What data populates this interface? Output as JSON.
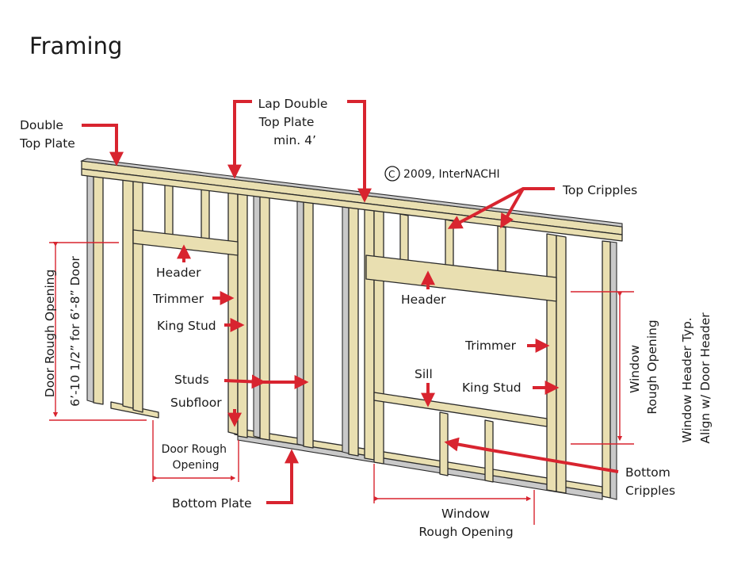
{
  "title": "Framing",
  "copyright": "2009, InterNACHI",
  "colors": {
    "accent": "#d8242f",
    "wood": "#e9dfb1",
    "wood_side": "#c9c9c9",
    "outline": "#2a2a2a"
  },
  "labels": {
    "double_top_plate": [
      "Double",
      "Top Plate"
    ],
    "lap_double_top_plate": [
      "Lap Double",
      "Top Plate",
      "min. 4’"
    ],
    "top_cripples": "Top Cripples",
    "header_door": "Header",
    "trimmer_door": "Trimmer",
    "king_stud_door": "King Stud",
    "studs": "Studs",
    "subfloor": "Subfloor",
    "door_rough_opening_bottom": [
      "Door Rough",
      "Opening"
    ],
    "bottom_plate": "Bottom Plate",
    "header_window": "Header",
    "trimmer_window": "Trimmer",
    "sill": "Sill",
    "king_stud_window": "King Stud",
    "bottom_cripples": [
      "Bottom",
      "Cripples"
    ],
    "window_rough_opening_bottom": [
      "Window",
      "Rough Opening"
    ],
    "door_rough_opening_left": [
      "Door Rough Opening",
      "6’-10 1/2” for 6’-8” Door"
    ],
    "window_rough_opening_right": [
      "Window",
      "Rough Opening"
    ],
    "window_header_note": [
      "Window Header Typ.",
      "Align w/ Door Header"
    ]
  }
}
